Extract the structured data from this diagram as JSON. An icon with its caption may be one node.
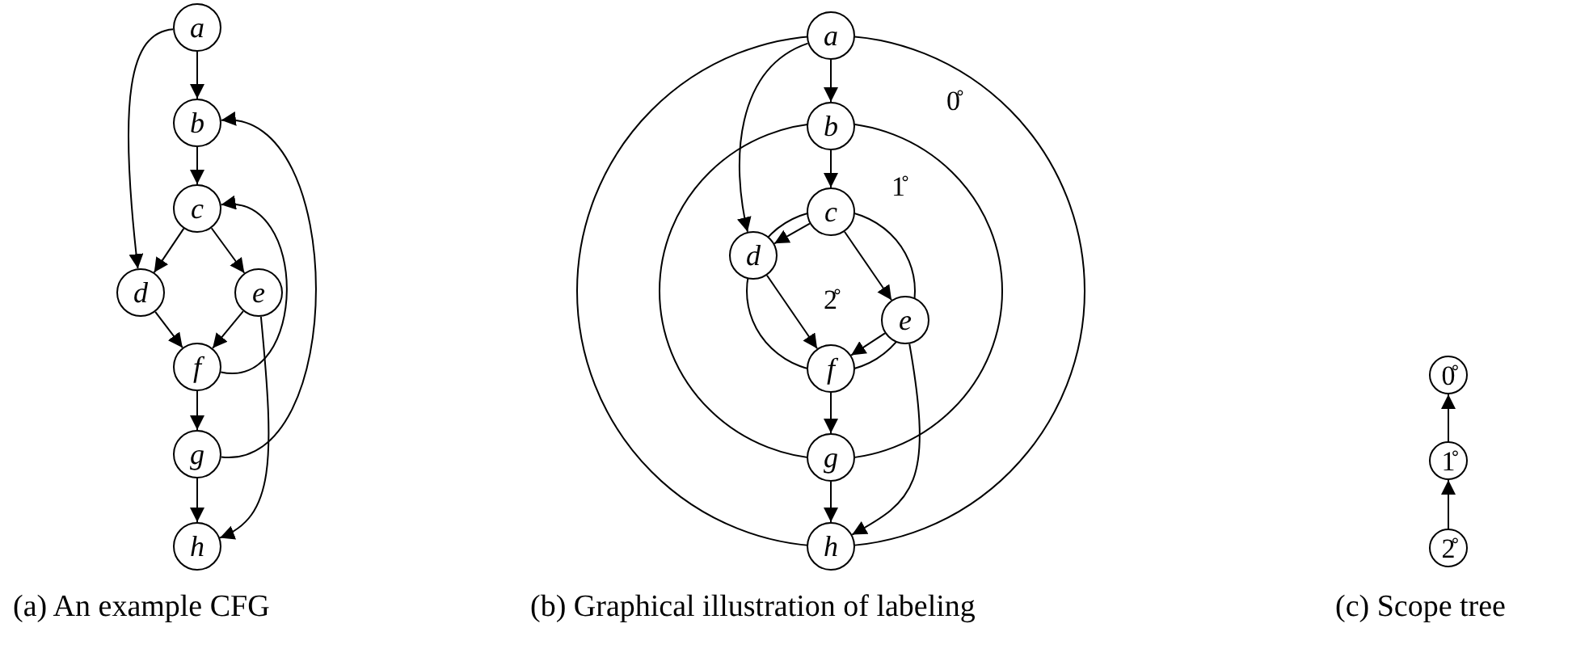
{
  "diagram": {
    "nodes": [
      {
        "text": [
          "a"
        ]
      },
      {
        "text": [
          "b"
        ]
      },
      {
        "text": [
          "c"
        ]
      },
      {
        "text": [
          "d"
        ]
      },
      {
        "text": [
          "e"
        ]
      },
      {
        "text": [
          "f"
        ]
      },
      {
        "text": [
          "g"
        ]
      },
      {
        "text": [
          "h"
        ]
      },
      {
        "text": [
          "a"
        ]
      },
      {
        "text": [
          "b"
        ]
      },
      {
        "text": [
          "c"
        ]
      },
      {
        "text": [
          "d"
        ]
      },
      {
        "text": [
          "e"
        ]
      },
      {
        "text": [
          "f"
        ]
      },
      {
        "text": [
          "g"
        ]
      },
      {
        "text": [
          "h"
        ]
      },
      {
        "text": [
          "0̊"
        ]
      },
      {
        "text": [
          "1̊"
        ]
      },
      {
        "text": [
          "2̊"
        ]
      }
    ],
    "edges": [
      {
        "from": 0,
        "to": 1,
        "arrow": "to"
      },
      {
        "from": 1,
        "to": 2,
        "arrow": "to"
      },
      {
        "from": 2,
        "to": 3,
        "arrow": "to"
      },
      {
        "from": 2,
        "to": 4,
        "arrow": "to"
      },
      {
        "from": 3,
        "to": 5,
        "arrow": "to"
      },
      {
        "from": 4,
        "to": 5,
        "arrow": "to"
      },
      {
        "from": 5,
        "to": 6,
        "arrow": "to"
      },
      {
        "from": 6,
        "to": 7,
        "arrow": "to"
      },
      {
        "from": 0,
        "to": 3,
        "arrow": "to"
      },
      {
        "from": 5,
        "to": 2,
        "arrow": "to"
      },
      {
        "from": 6,
        "to": 1,
        "arrow": "to"
      },
      {
        "from": 4,
        "to": 7,
        "arrow": "to"
      },
      {
        "from": 8,
        "to": 9,
        "arrow": "to"
      },
      {
        "from": 9,
        "to": 10,
        "arrow": "to"
      },
      {
        "from": 10,
        "to": 11,
        "arrow": "to"
      },
      {
        "from": 10,
        "to": 12,
        "arrow": "to"
      },
      {
        "from": 11,
        "to": 13,
        "arrow": "to"
      },
      {
        "from": 12,
        "to": 13,
        "arrow": "to"
      },
      {
        "from": 13,
        "to": 14,
        "arrow": "to"
      },
      {
        "from": 14,
        "to": 15,
        "arrow": "to"
      },
      {
        "from": 8,
        "to": 11,
        "arrow": "to"
      },
      {
        "from": 12,
        "to": 15,
        "arrow": "to"
      },
      {
        "from": 18,
        "to": 17,
        "arrow": "to"
      },
      {
        "from": 17,
        "to": 16,
        "arrow": "to"
      }
    ],
    "labels": [
      "0̊",
      "1̊",
      "2̊",
      "(a) An example CFG",
      "(b) Graphical illustration of labeling",
      "(c) Scope tree"
    ]
  }
}
